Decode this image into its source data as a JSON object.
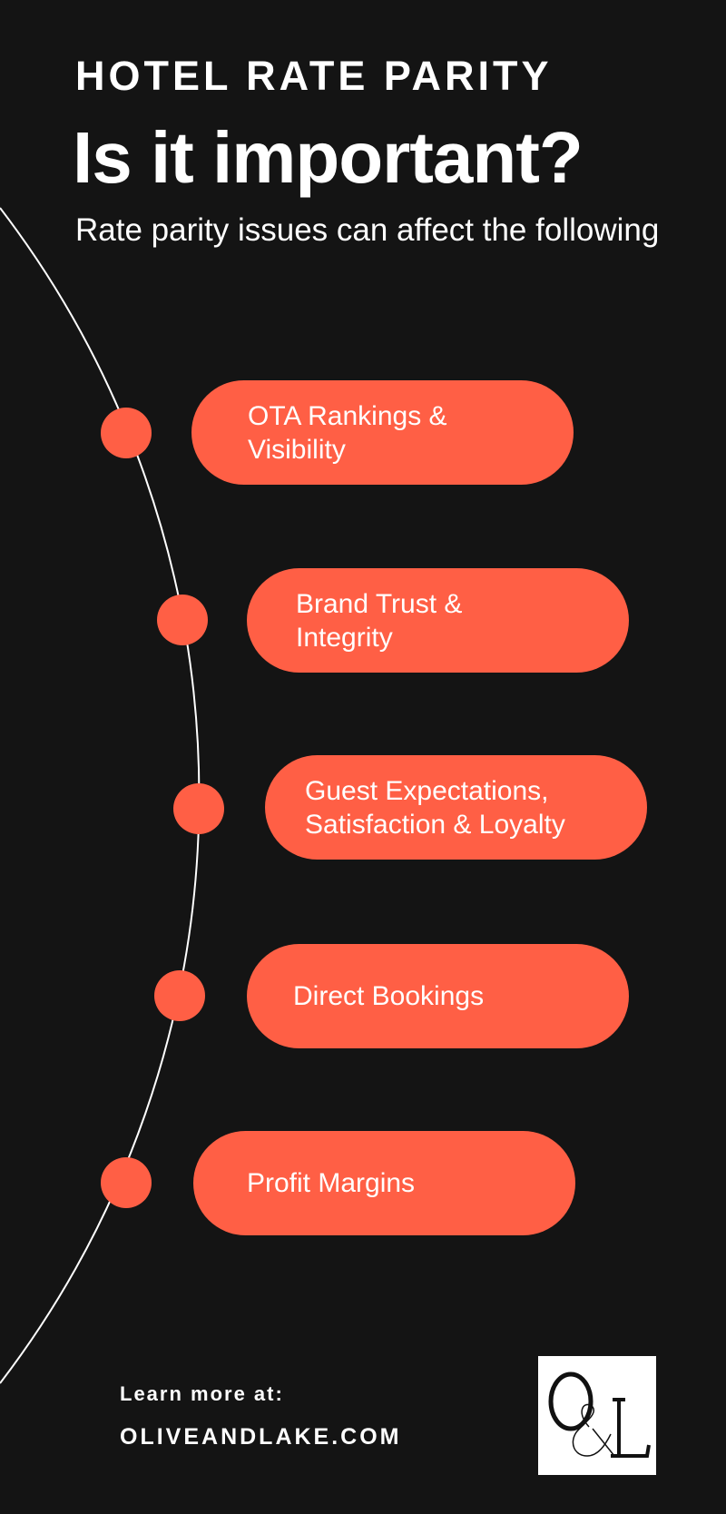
{
  "header": {
    "kicker": "HOTEL RATE PARITY",
    "title": "Is it important?",
    "subtitle": "Rate parity issues can affect the following"
  },
  "items": [
    {
      "label": "OTA Rankings & Visibility"
    },
    {
      "label": "Brand Trust & Integrity"
    },
    {
      "label": "Guest Expectations, Satisfaction & Loyalty"
    },
    {
      "label": "Direct Bookings"
    },
    {
      "label": "Profit Margins"
    }
  ],
  "footer": {
    "learn_more": "Learn more at:",
    "website": "OLIVEANDLAKE.COM",
    "logo_text": "O&L"
  },
  "colors": {
    "background": "#141414",
    "accent": "#FF5F45",
    "text": "#FFFFFF"
  }
}
